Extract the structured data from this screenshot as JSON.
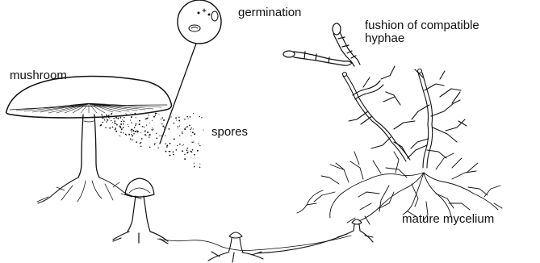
{
  "labels": {
    "mushroom": "mushroom",
    "germination": "germination",
    "fusion_line1": "fushion of compatible",
    "fusion_line2": "hyphae",
    "spores": "spores",
    "mature_mycelium": "mature mycelium"
  },
  "colors": {
    "ink": "#111111",
    "background": "#ffffff"
  }
}
